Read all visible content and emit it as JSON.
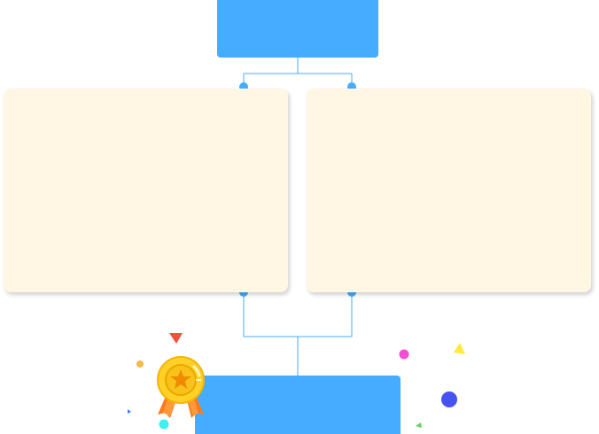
{
  "top_box": {
    "text": ""
  },
  "left_panel": {
    "text": ""
  },
  "right_panel": {
    "text": ""
  },
  "bottom_box": {
    "text": ""
  },
  "colors": {
    "box_blue": "#45acff",
    "panel_fill": "#fff6e4",
    "connector": "#45acff"
  },
  "decorations": {
    "medal_icon": "medal-icon",
    "confetti": [
      "red-triangle",
      "orange-dot",
      "blue-triangle",
      "cyan-dot",
      "magenta-dot",
      "yellow-triangle",
      "blue-dot",
      "green-triangle"
    ]
  }
}
